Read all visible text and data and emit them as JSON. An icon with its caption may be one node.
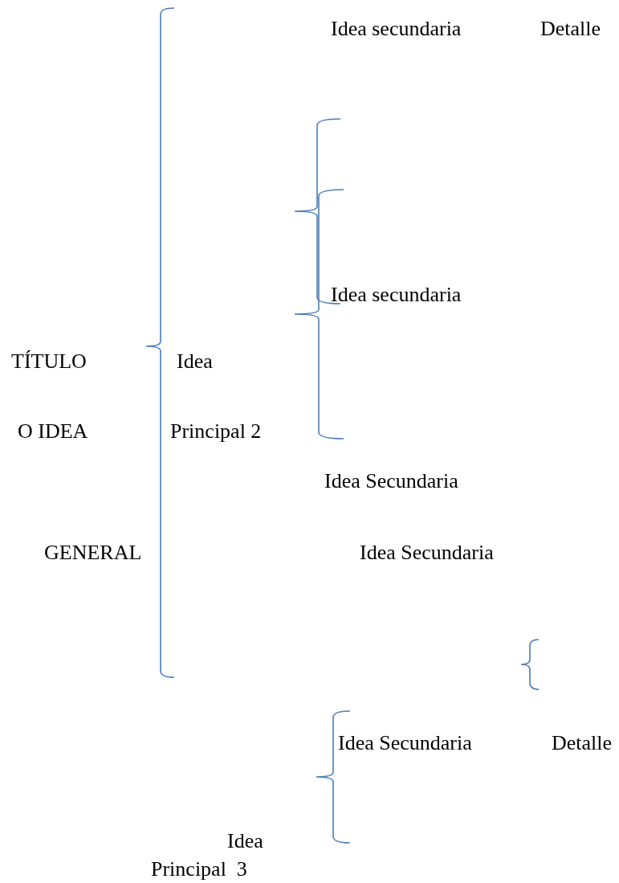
{
  "diagram": {
    "labels": [
      "Idea secundaria",
      "Detalle",
      "Idea secundaria",
      "TÍTULO",
      "Idea",
      "O IDEA",
      "Principal 2",
      "Idea Secundaria",
      "GENERAL",
      "Idea Secundaria",
      "Idea Secundaria",
      "Detalle",
      "Idea",
      "Principal  3"
    ]
  }
}
